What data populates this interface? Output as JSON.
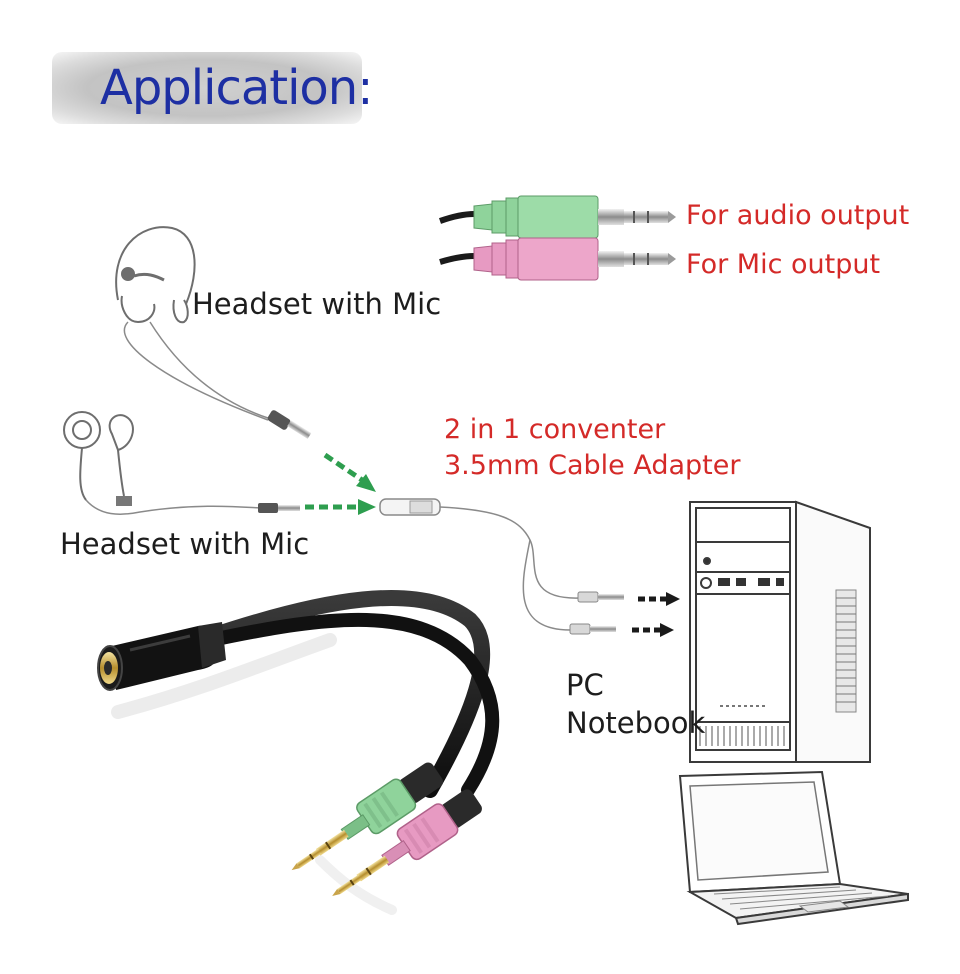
{
  "title": "Application:",
  "legend": {
    "audio_output": "For audio output",
    "mic_output": "For Mic output"
  },
  "labels": {
    "headset_top": "Headset with Mic",
    "headset_left": "Headset with Mic",
    "converter_line1": "2 in 1 conventer",
    "converter_line2": "3.5mm Cable Adapter",
    "pc": "PC",
    "notebook": "Notebook"
  },
  "colors": {
    "title_text": "#1d2fa3",
    "red_text": "#d42a28",
    "plug_green": "#8fd39b",
    "plug_pink": "#e79ac2",
    "arrow_green": "#2e9e4f"
  }
}
